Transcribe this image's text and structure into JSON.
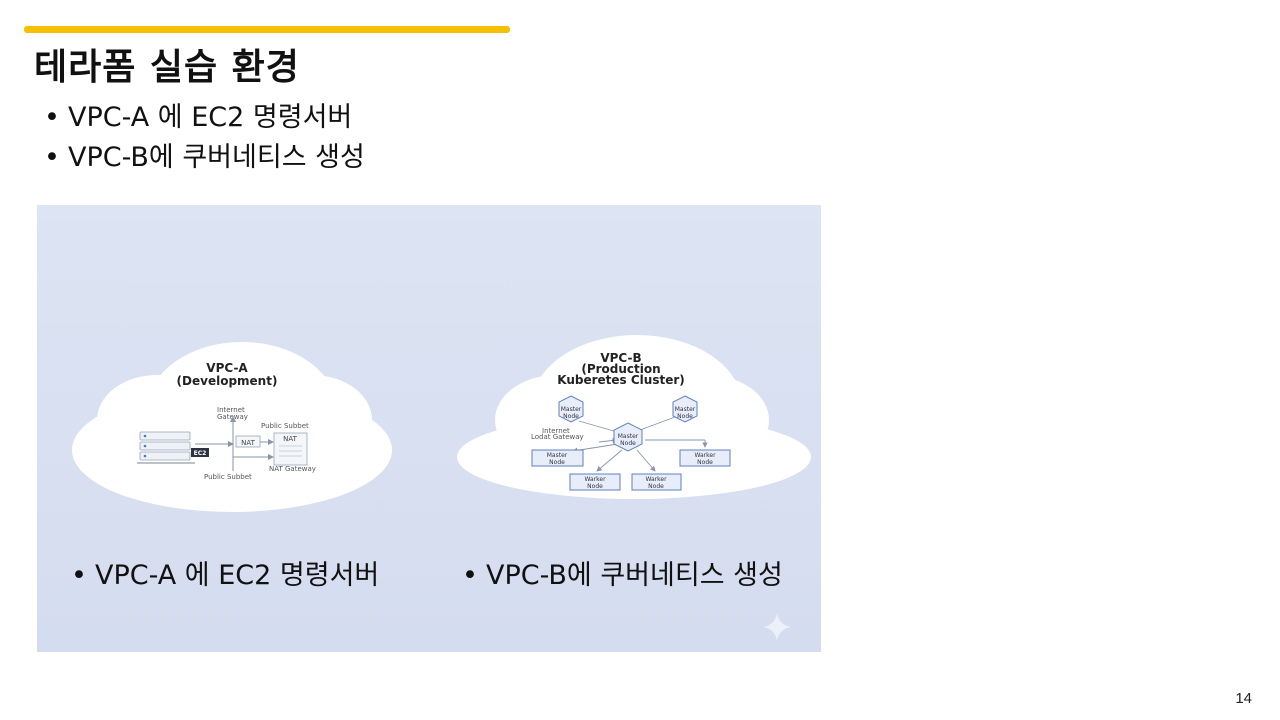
{
  "slide": {
    "title": "테라폼 실습 환경",
    "bullets": [
      "VPC-A 에 EC2 명령서버",
      "VPC-B에 쿠버네티스 생성"
    ],
    "page_number": "14",
    "accent_color": "#f5c000"
  },
  "figure": {
    "vpc_a": {
      "title_line1": "VPC-A",
      "title_line2": "(Development)",
      "internet_gateway_line1": "Internet",
      "internet_gateway_line2": "Gateway",
      "public_subnet_top": "Public Subbet",
      "nat_label": "NAT",
      "nat_box_label": "NAT",
      "nat_gateway": "NAT Gateway",
      "public_subnet_bottom": "Public Subbet",
      "ec2_label": "EC2",
      "caption": "VPC-A 에 EC2 명령서버"
    },
    "vpc_b": {
      "title_line1": "VPC-B",
      "title_line2": "(Production",
      "title_line3": "Kuberetes Cluster)",
      "internet_line1": "Internet",
      "internet_line2": "Lodat Gateway",
      "master_word": "Master",
      "worker_word": "Warker",
      "node_word": "Node",
      "caption": "VPC-B에 쿠버네티스 생성"
    }
  }
}
